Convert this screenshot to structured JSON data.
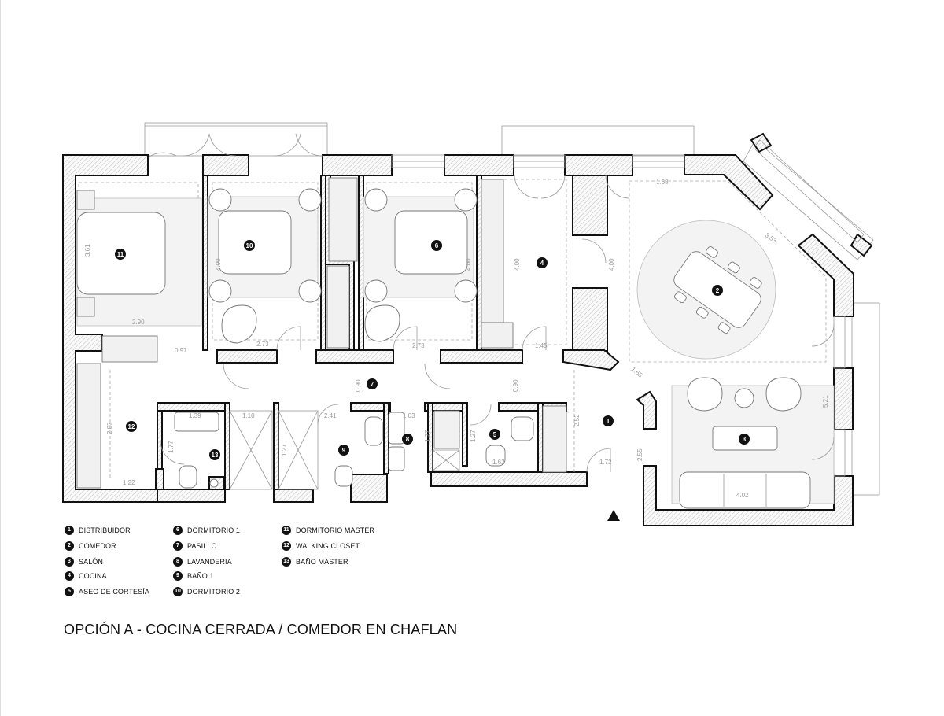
{
  "title": "OPCIÓN A - COCINA CERRADA / COMEDOR EN CHAFLAN",
  "rooms": [
    {
      "num": "1",
      "name": "DISTRIBUIDOR"
    },
    {
      "num": "2",
      "name": "COMEDOR"
    },
    {
      "num": "3",
      "name": "SALÓN"
    },
    {
      "num": "4",
      "name": "COCINA"
    },
    {
      "num": "5",
      "name": "ASEO DE CORTESÍA"
    },
    {
      "num": "6",
      "name": "DORMITORIO 1"
    },
    {
      "num": "7",
      "name": "PASILLO"
    },
    {
      "num": "8",
      "name": "LAVANDERIA"
    },
    {
      "num": "9",
      "name": "BAÑO 1"
    },
    {
      "num": "10",
      "name": "DORMITORIO 2"
    },
    {
      "num": "11",
      "name": "DORMITORIO MASTER"
    },
    {
      "num": "12",
      "name": "WALKING CLOSET"
    },
    {
      "num": "13",
      "name": "BAÑO MASTER"
    }
  ],
  "dimensions": [
    "3.61",
    "2.90",
    "0.97",
    "4.00",
    "4.00",
    "4.00",
    "4.00",
    "1.45",
    "2.73",
    "2.73",
    "1.68",
    "3.53",
    "1.65",
    "5.21",
    "2.52",
    "1.72",
    "2.55",
    "4.02",
    "0.90",
    "0.90",
    "2.87",
    "1.77",
    "1.22",
    "1.39",
    "1.10",
    "2.41",
    "1.03",
    "1.27",
    "1.27",
    "1.27",
    "1.62"
  ],
  "colors": {
    "wall": "#111111",
    "hatch": "#bbbbbb",
    "furniture": "#f1f1f1",
    "dimension": "#9a9a9a"
  }
}
